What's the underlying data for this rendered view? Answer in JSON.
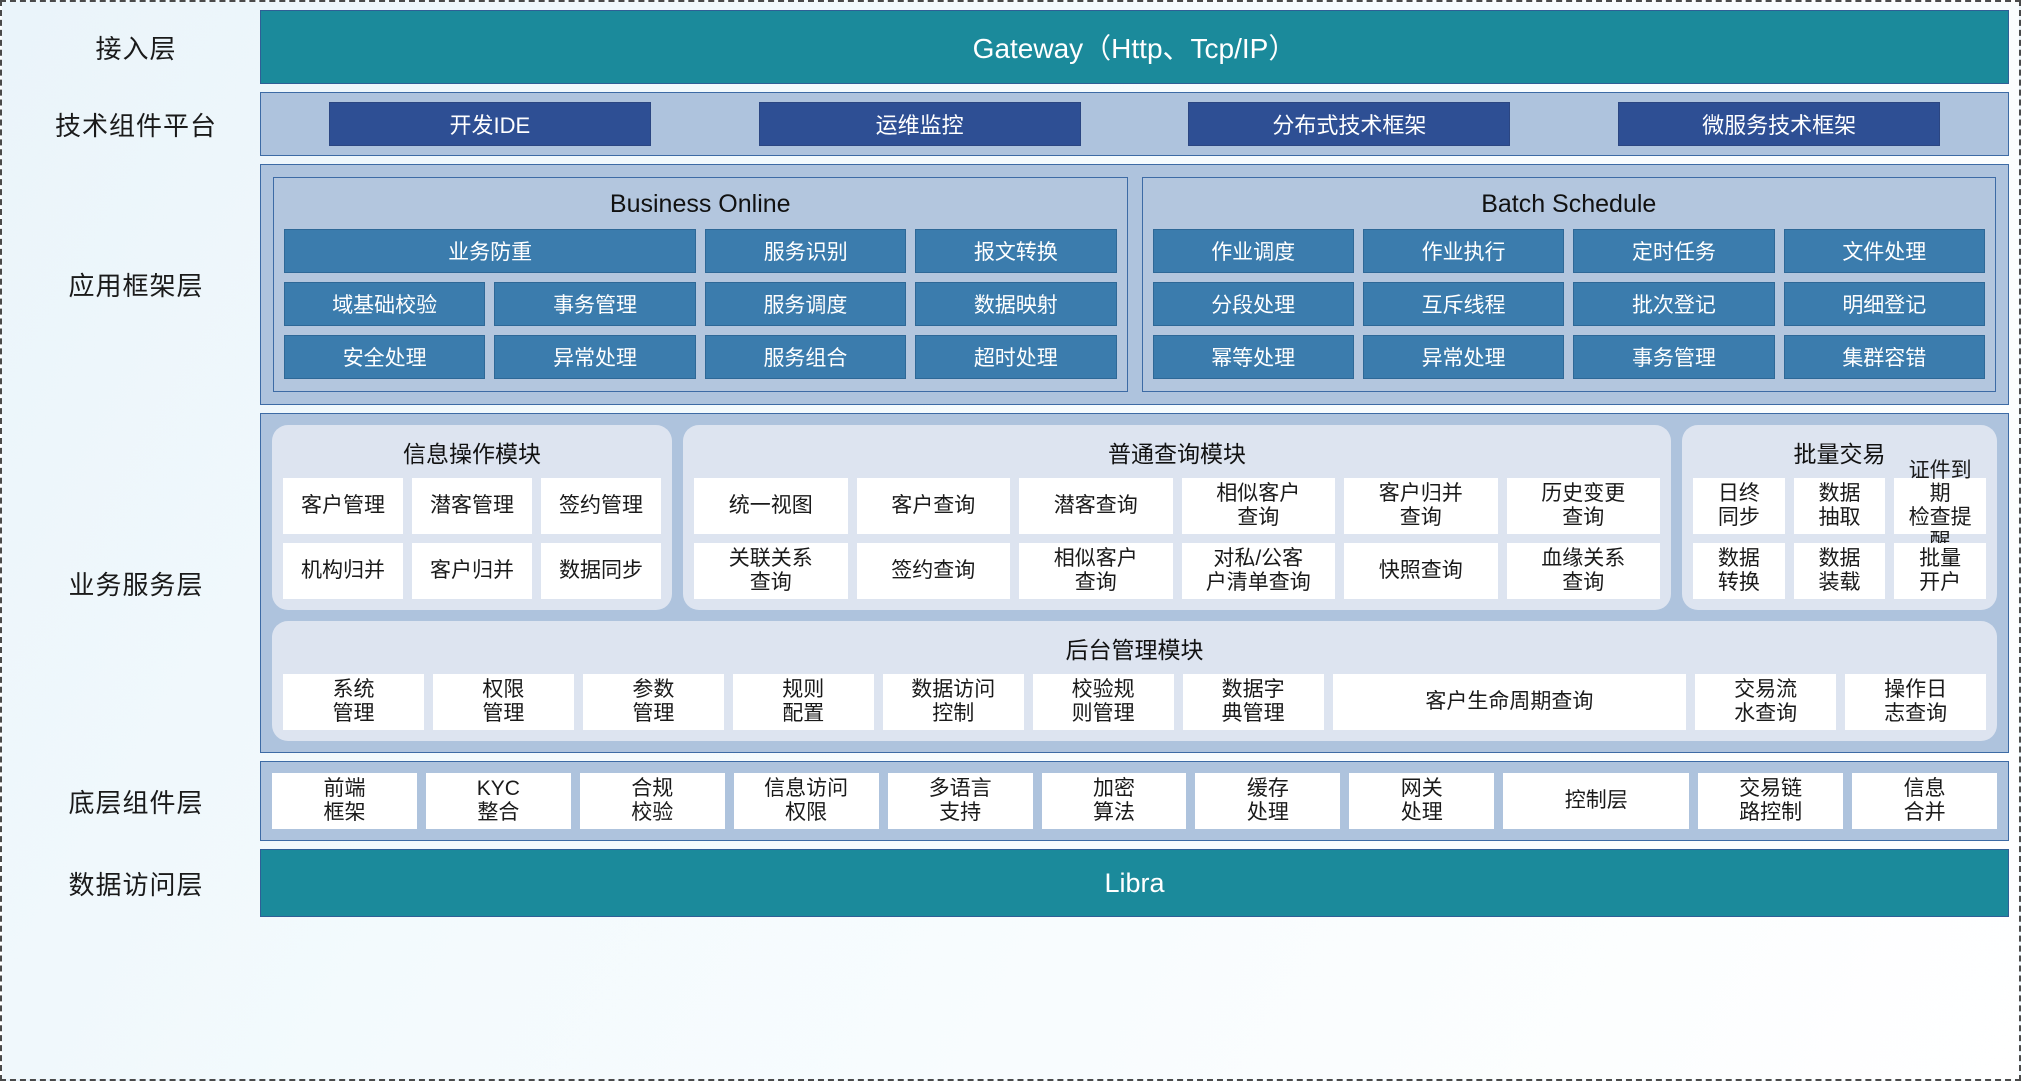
{
  "layers": {
    "access": "接入层",
    "tech": "技术组件平台",
    "appframe": "应用框架层",
    "bizservice": "业务服务层",
    "bottom": "底层组件层",
    "dataaccess": "数据访问层"
  },
  "gateway": {
    "label": "Gateway（Http、Tcp/IP）"
  },
  "tech_platform": {
    "buttons": [
      "开发IDE",
      "运维监控",
      "分布式技术框架",
      "微服务技术框架"
    ]
  },
  "app_framework": {
    "business_online": {
      "title": "Business Online",
      "rows": [
        [
          "业务防重",
          "服务识别",
          "报文转换"
        ],
        [
          "域基础校验",
          "事务管理",
          "服务调度",
          "数据映射"
        ],
        [
          "安全处理",
          "异常处理",
          "服务组合",
          "超时处理"
        ]
      ]
    },
    "batch_schedule": {
      "title": "Batch Schedule",
      "rows": [
        [
          "作业调度",
          "作业执行",
          "定时任务",
          "文件处理"
        ],
        [
          "分段处理",
          "互斥线程",
          "批次登记",
          "明细登记"
        ],
        [
          "幂等处理",
          "异常处理",
          "事务管理",
          "集群容错"
        ]
      ]
    }
  },
  "business_service": {
    "info_module": {
      "title": "信息操作模块",
      "rows": [
        [
          "客户管理",
          "潜客管理",
          "签约管理"
        ],
        [
          "机构归并",
          "客户归并",
          "数据同步"
        ]
      ]
    },
    "query_module": {
      "title": "普通查询模块",
      "rows": [
        [
          "统一视图",
          "客户查询",
          "潜客查询",
          "相似客户\n查询",
          "客户归并\n查询",
          "历史变更\n查询"
        ],
        [
          "关联关系\n查询",
          "签约查询",
          "相似客户\n查询",
          "对私/公客\n户清单查询",
          "快照查询",
          "血缘关系\n查询"
        ]
      ]
    },
    "batch_module": {
      "title": "批量交易",
      "rows": [
        [
          "日终\n同步",
          "数据\n抽取",
          "证件到期\n检查提醒"
        ],
        [
          "数据\n转换",
          "数据\n装载",
          "批量\n开户"
        ]
      ]
    },
    "admin_module": {
      "title": "后台管理模块",
      "cells": [
        "系统\n管理",
        "权限\n管理",
        "参数\n管理",
        "规则\n配置",
        "数据访问\n控制",
        "校验规\n则管理",
        "数据字\n典管理",
        "客户生命周期查询",
        "交易流\n水查询",
        "操作日\n志查询"
      ]
    }
  },
  "bottom_components": {
    "cells": [
      "前端\n框架",
      "KYC\n整合",
      "合规\n校验",
      "信息访问\n权限",
      "多语言\n支持",
      "加密\n算法",
      "缓存\n处理",
      "网关\n处理",
      "控制层",
      "交易链\n路控制",
      "信息\n合并"
    ]
  },
  "data_access": {
    "label": "Libra"
  },
  "colors": {
    "teal": "#1b8a9b",
    "dark_blue": "#2e4f94",
    "mid_blue": "#3b7cad",
    "band_blue": "#aec3dd",
    "module_gray": "#dde4f0"
  }
}
